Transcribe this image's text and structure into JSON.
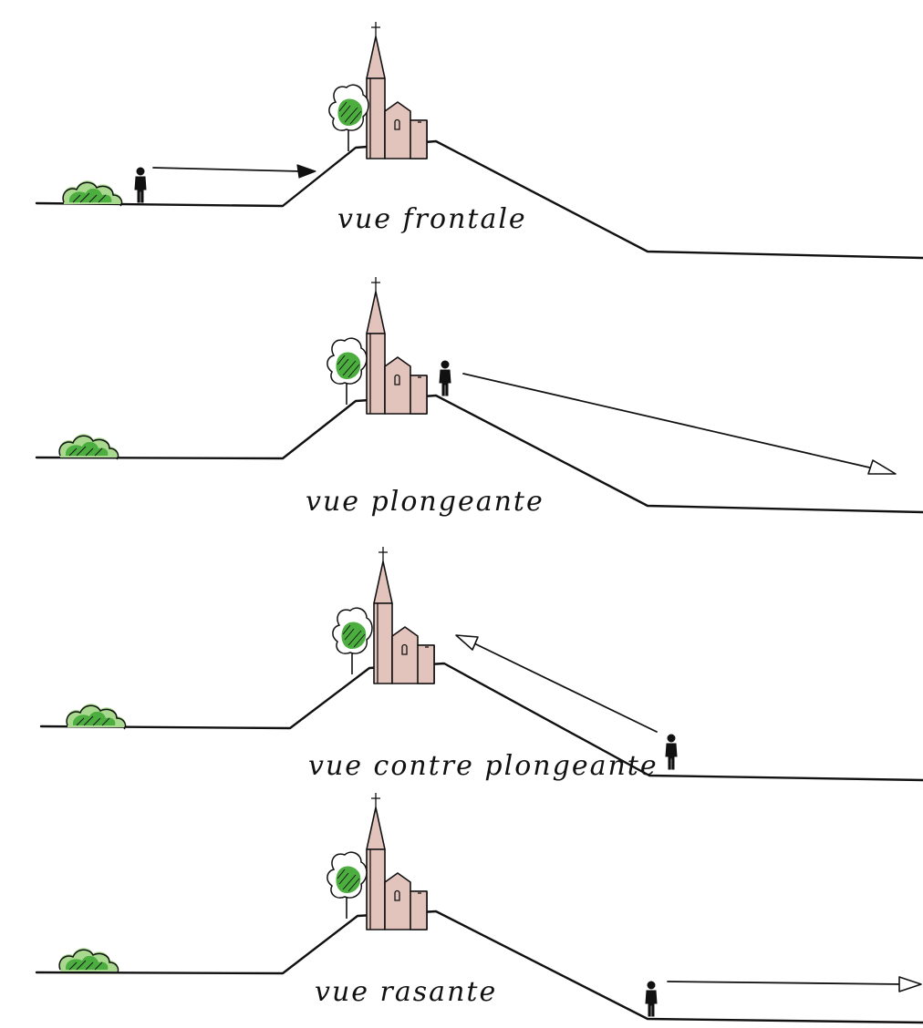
{
  "panels": [
    {
      "caption": "vue frontale"
    },
    {
      "caption": "vue plongeante"
    },
    {
      "caption": "vue contre plongeante"
    },
    {
      "caption": "vue rasante"
    }
  ],
  "colors": {
    "church": "#e3c4bd",
    "bush_green": "#4cae3f",
    "ink": "#111111",
    "background": "#ffffff"
  },
  "icons": [
    "church-icon",
    "tree-icon",
    "bush-icon",
    "person-icon",
    "arrow-icon"
  ]
}
